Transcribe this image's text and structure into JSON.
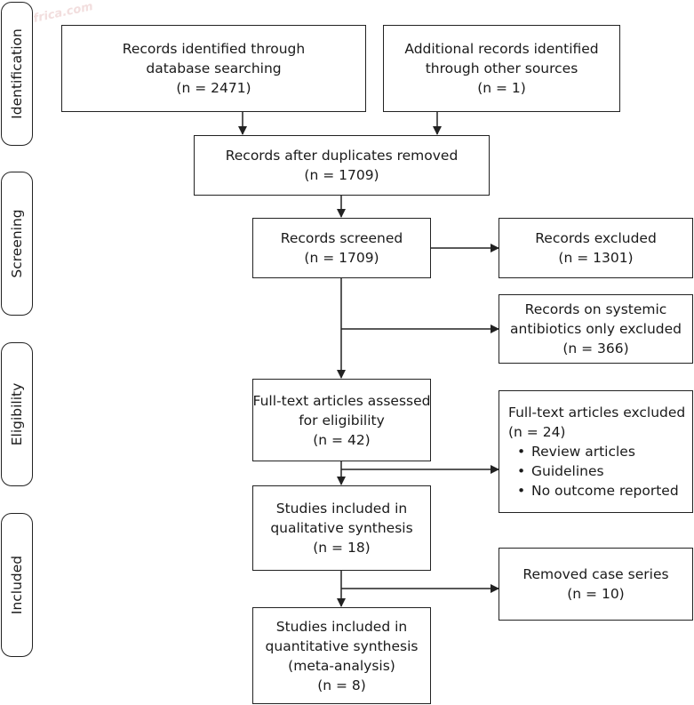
{
  "stages": {
    "identification": "Identification",
    "screening": "Screening",
    "eligibility": "Eligibility",
    "included": "Included"
  },
  "boxes": {
    "db_search": {
      "lines": [
        "Records identified through",
        "database searching",
        "(n = 2471)"
      ]
    },
    "other_sources": {
      "lines": [
        "Additional records identified",
        "through other sources",
        "(n = 1)"
      ]
    },
    "after_duplicates": {
      "lines": [
        "Records after duplicates removed",
        "(n = 1709)"
      ]
    },
    "screened": {
      "lines": [
        "Records screened",
        "(n = 1709)"
      ]
    },
    "excluded": {
      "lines": [
        "Records excluded",
        "(n = 1301)"
      ]
    },
    "systemic_excluded": {
      "lines": [
        "Records on systemic",
        "antibiotics only excluded",
        "(n = 366)"
      ]
    },
    "fulltext_assessed": {
      "lines": [
        "Full-text articles assessed",
        "for eligibility",
        "(n = 42)"
      ]
    },
    "fulltext_excluded": {
      "lines": [
        "Full-text articles excluded",
        "(n = 24)"
      ],
      "bullets": [
        "Review articles",
        "Guidelines",
        "No outcome reported"
      ]
    },
    "qualitative": {
      "lines": [
        "Studies included in",
        "qualitative synthesis",
        "(n = 18)"
      ]
    },
    "case_series": {
      "lines": [
        "Removed case series",
        "(n = 10)"
      ]
    },
    "quantitative": {
      "lines": [
        "Studies included in",
        "quantitative synthesis",
        "(meta-analysis)",
        "(n = 8)"
      ]
    }
  },
  "colors": {
    "border": "#222222",
    "arrow": "#222222",
    "watermark": "#f2dede"
  }
}
